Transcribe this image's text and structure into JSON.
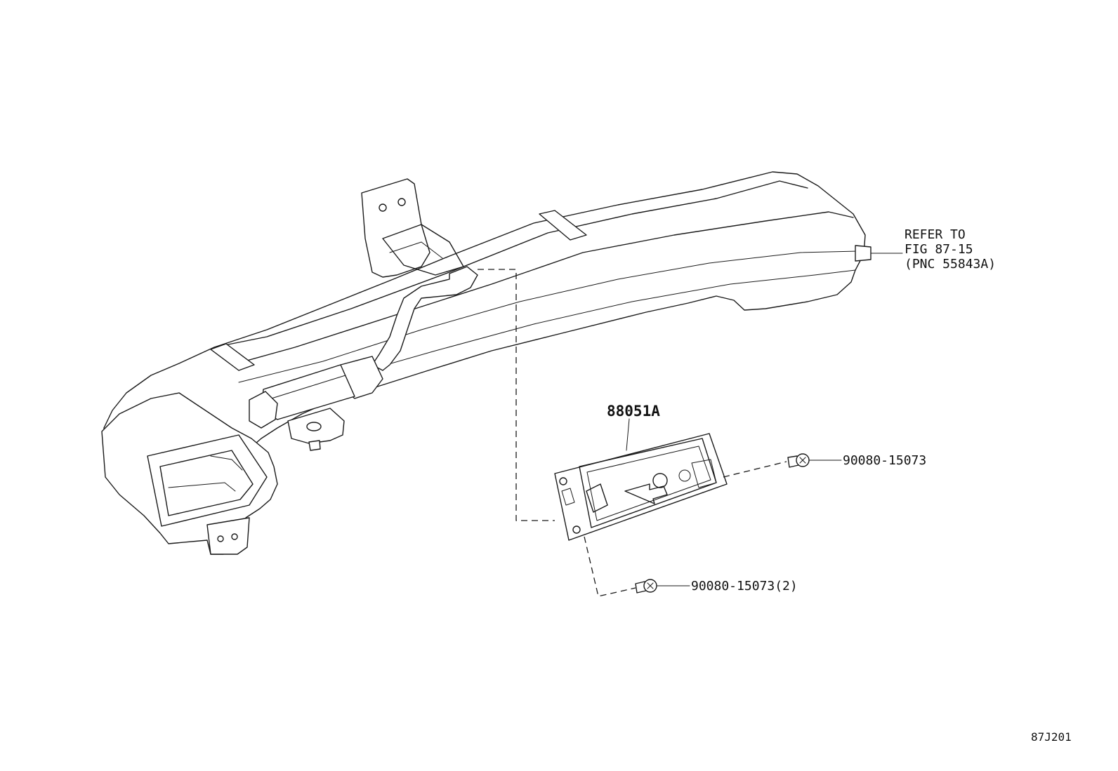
{
  "labels": {
    "refer_line1": "REFER TO",
    "refer_line2": "FIG 87-15",
    "refer_line3": "(PNC 55843A)",
    "part_module": "88051A",
    "part_screw_right": "90080-15073",
    "part_screw_bottom": "90080-15073(2)",
    "figure_id": "87J201"
  },
  "colors": {
    "line": "#1a1a1a",
    "background": "#ffffff"
  }
}
